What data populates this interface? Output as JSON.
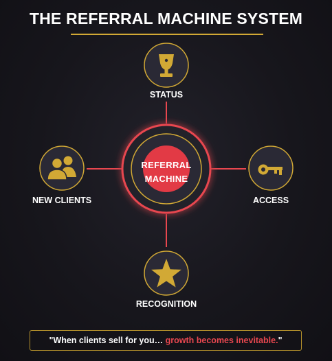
{
  "title": "THE REFERRAL MACHINE SYSTEM",
  "center": {
    "line1": "REFERRAL",
    "line2": "MACHINE"
  },
  "nodes": {
    "top": {
      "label": "STATUS",
      "icon": "trophy-icon"
    },
    "left": {
      "label": "NEW CLIENTS",
      "icon": "users-icon"
    },
    "right": {
      "label": "ACCESS",
      "icon": "key-icon"
    },
    "bottom": {
      "label": "RECOGNITION",
      "icon": "star-icon"
    }
  },
  "quote": {
    "open": "\"",
    "white_part": "When clients sell for you… ",
    "red_part": "growth becomes inevitable.",
    "close": "\""
  },
  "colors": {
    "background": "#17161c",
    "gold": "#d2a935",
    "red": "#e8474f",
    "node_fill": "#2a2935"
  }
}
